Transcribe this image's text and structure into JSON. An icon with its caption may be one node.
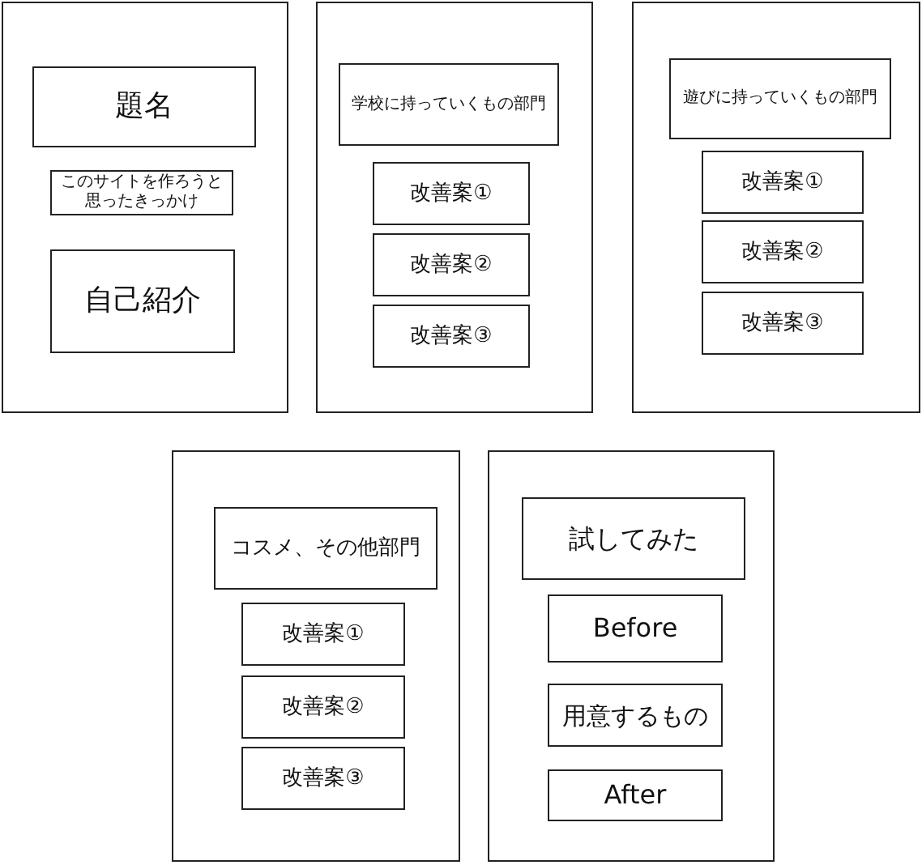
{
  "diagram": {
    "nodes": [
      {
        "text": [],
        "shape": "box"
      },
      {
        "text": [
          "題名"
        ],
        "in": 0
      },
      {
        "text": [
          "このサイトを作ろうと思ったきっかけ"
        ],
        "in": 0
      },
      {
        "text": [
          "自己紹介"
        ],
        "in": 0
      },
      {
        "text": [],
        "shape": "box"
      },
      {
        "text": [
          "学校に持っていくもの部門"
        ],
        "in": 4
      },
      {
        "text": [
          "改善案①"
        ],
        "in": 4
      },
      {
        "text": [
          "改善案②"
        ],
        "in": 4
      },
      {
        "text": [
          "改善案③"
        ],
        "in": 4
      },
      {
        "text": [],
        "shape": "box"
      },
      {
        "text": [
          "遊びに持っていくもの部門"
        ],
        "in": 9
      },
      {
        "text": [
          "改善案①"
        ],
        "in": 9
      },
      {
        "text": [
          "改善案②"
        ],
        "in": 9
      },
      {
        "text": [
          "改善案③"
        ],
        "in": 9
      },
      {
        "text": [],
        "shape": "box"
      },
      {
        "text": [
          "コスメ、その他部門"
        ],
        "in": 14
      },
      {
        "text": [
          "改善案①"
        ],
        "in": 14
      },
      {
        "text": [
          "改善案②"
        ],
        "in": 14
      },
      {
        "text": [
          "改善案③"
        ],
        "in": 14
      },
      {
        "text": [],
        "shape": "box"
      },
      {
        "text": [
          "試してみた"
        ],
        "in": 19
      },
      {
        "text": [
          "Before"
        ],
        "in": 19
      },
      {
        "text": [
          "用意するもの"
        ],
        "in": 19
      },
      {
        "text": [
          "After"
        ],
        "in": 19
      }
    ]
  }
}
